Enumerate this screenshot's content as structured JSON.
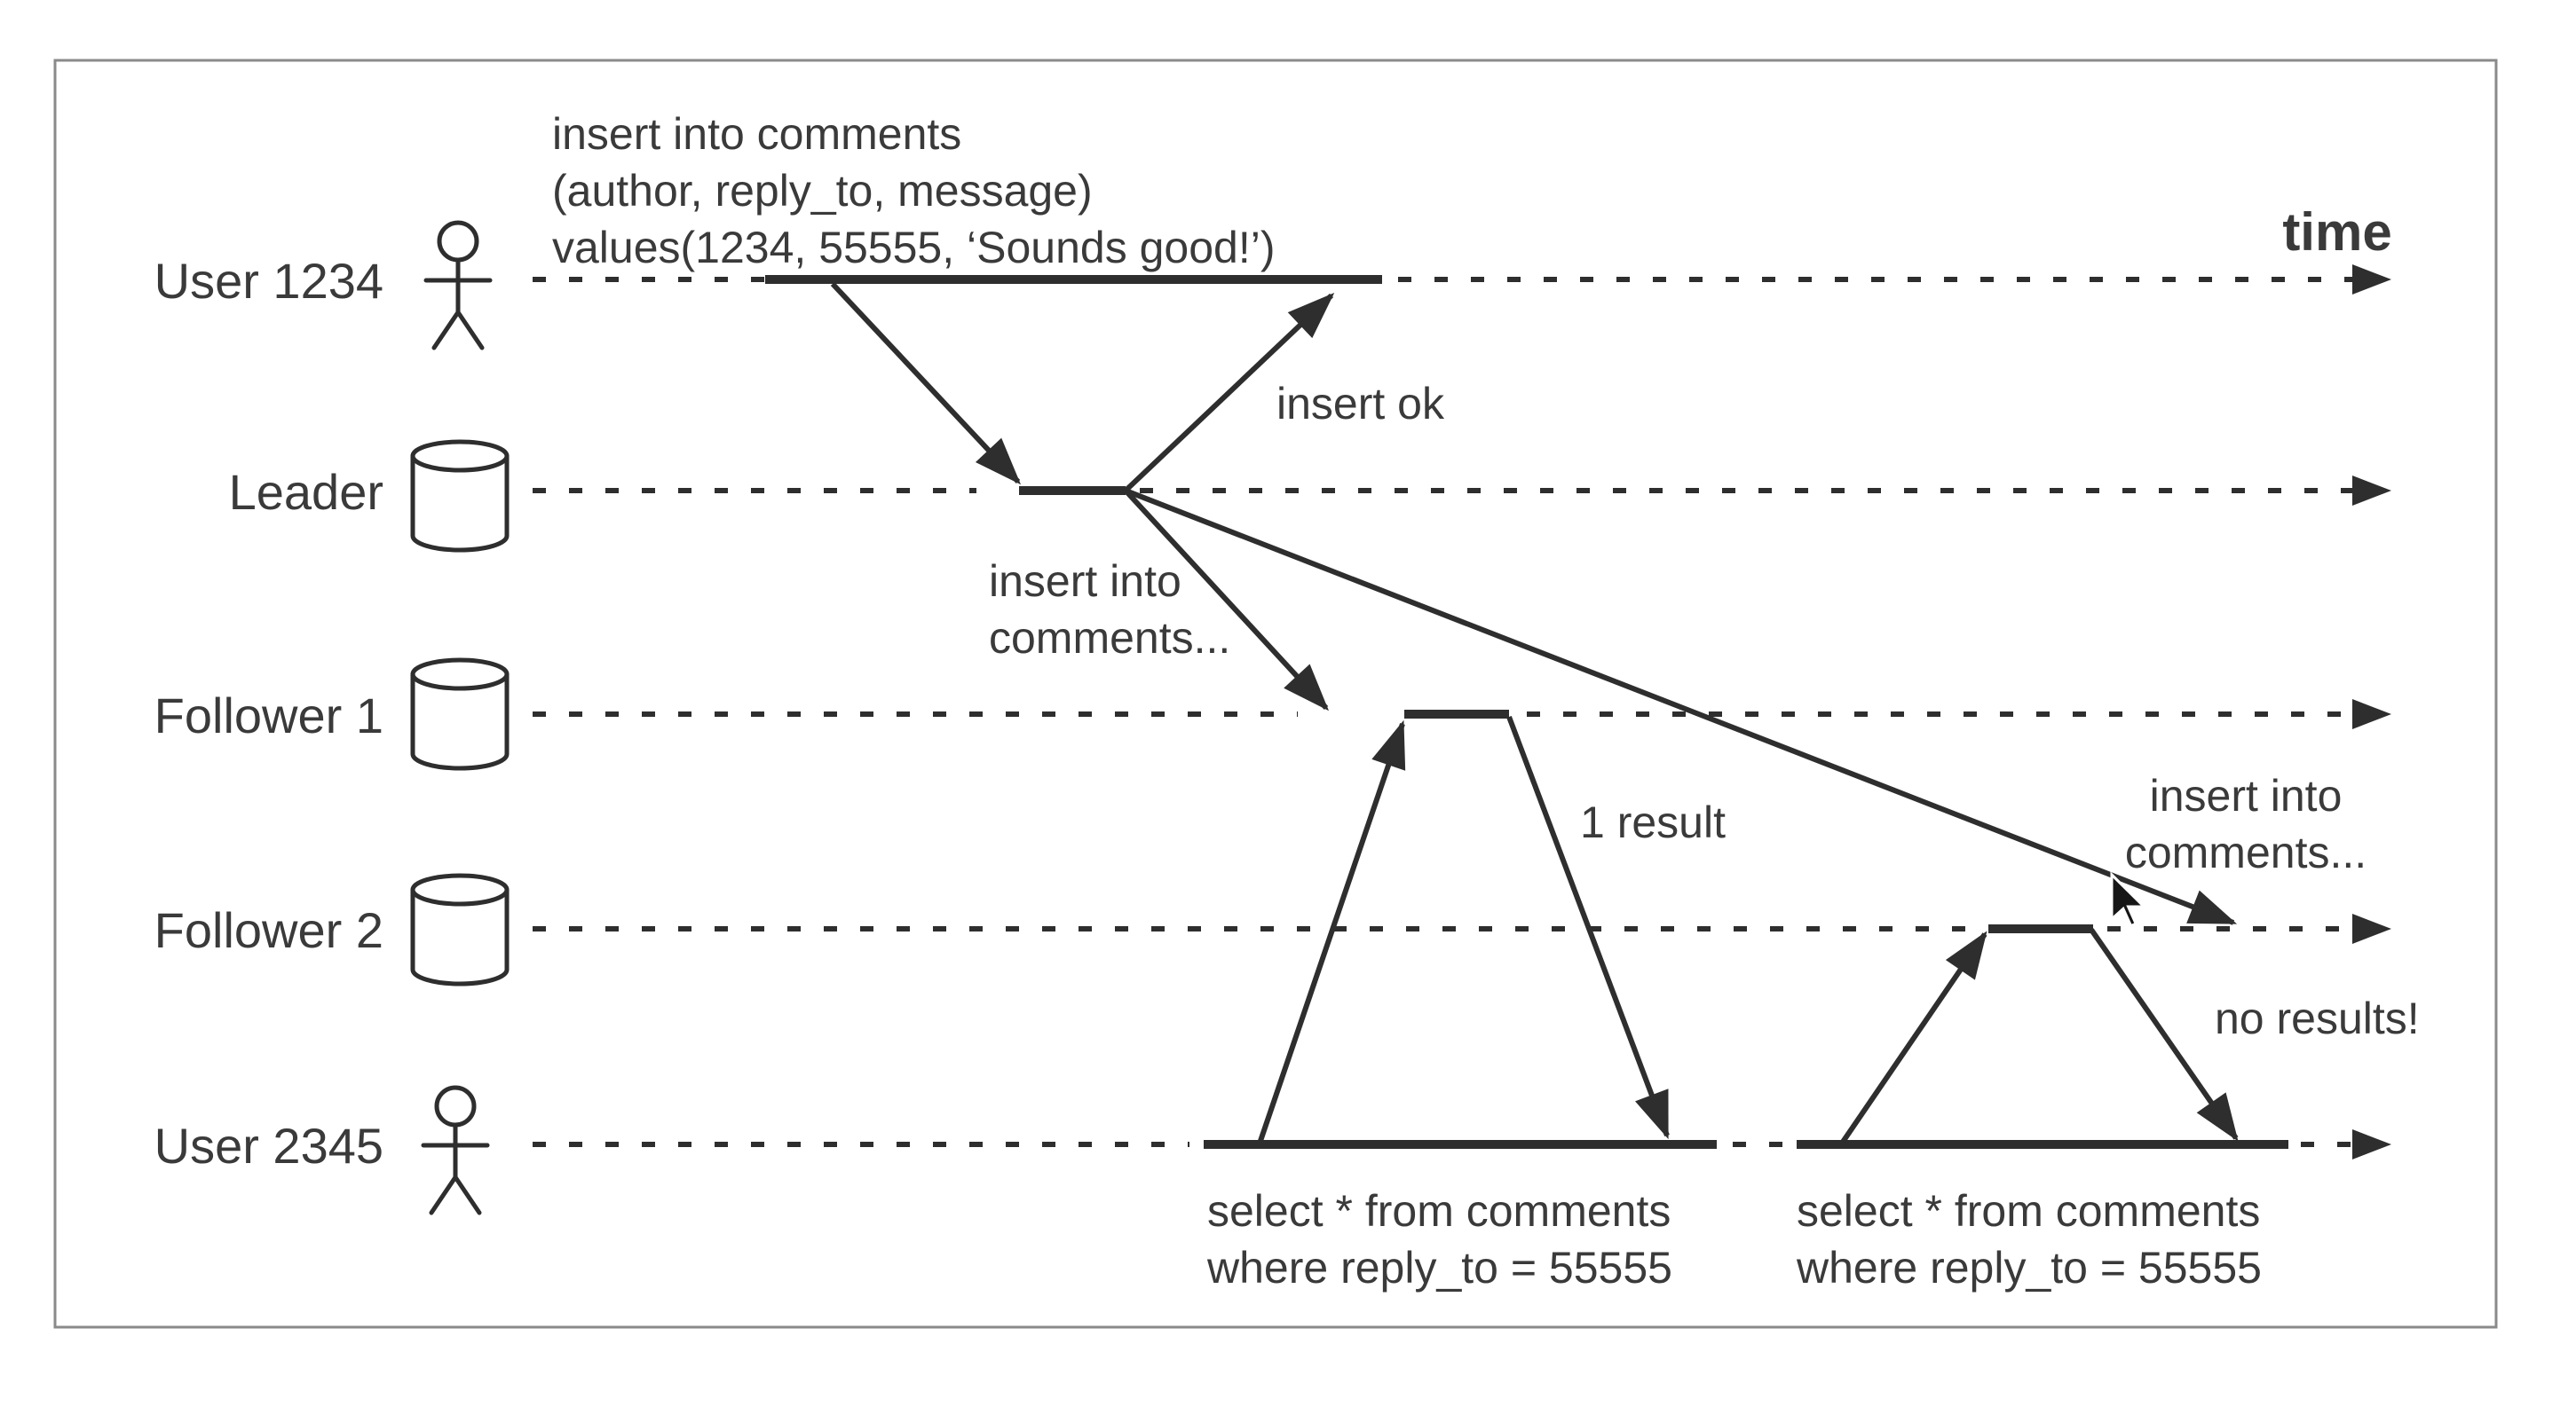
{
  "header": {
    "time_label": "time"
  },
  "rows": [
    {
      "label": "User 1234",
      "icon": "actor-icon"
    },
    {
      "label": "Leader",
      "icon": "database-cylinder-icon"
    },
    {
      "label": "Follower 1",
      "icon": "database-cylinder-icon"
    },
    {
      "label": "Follower 2",
      "icon": "database-cylinder-icon"
    },
    {
      "label": "User 2345",
      "icon": "actor-icon"
    }
  ],
  "annotations": {
    "insert_query": [
      "insert into comments",
      "(author, reply_to, message)",
      "values(1234, 55555, ‘Sounds good!’)"
    ],
    "insert_ok": "insert ok",
    "replicate_to_follower1": [
      "insert into",
      "comments..."
    ],
    "replicate_to_follower2": [
      "insert into",
      "comments..."
    ],
    "one_result": "1 result",
    "no_results": "no results!",
    "select_query_1": [
      "select * from comments",
      "where reply_to = 55555"
    ],
    "select_query_2": [
      "select * from comments",
      "where reply_to = 55555"
    ]
  },
  "cursor": {
    "shape": "arrow-pointer"
  },
  "colors": {
    "background": "#ffffff",
    "ink": "#2e2e2e",
    "text": "#3a3a3a",
    "frame": "#8a8a8a"
  }
}
